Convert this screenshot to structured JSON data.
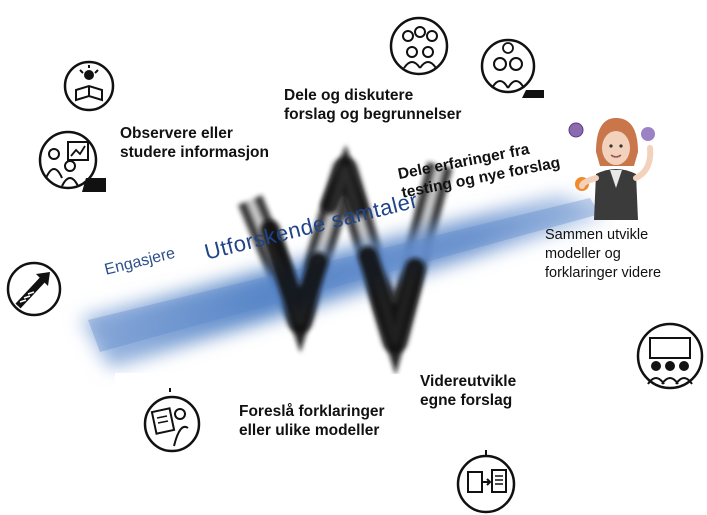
{
  "beam_text": "Utforskende samtaler",
  "start_text": "Engasjere",
  "stages": {
    "observe": [
      "Observere eller",
      "studere  informasjon"
    ],
    "discuss": [
      "Dele og diskutere",
      "forslag og begrunnelser"
    ],
    "share": [
      "Dele erfaringer fra",
      "testing og nye forslag"
    ],
    "together": [
      "Sammen utvikle",
      "modeller og",
      "forklaringer videre"
    ],
    "propose": [
      "Foreslå forklaringer",
      "eller ulike modeller"
    ],
    "develop": [
      "Videreutvikle",
      "egne forslag"
    ]
  },
  "icons": {
    "observe_top": "reading-book-icon",
    "observe_bottom": "studying-chart-icon",
    "engage": "arrow-rising-icon",
    "discuss_group": "group-discussion-icon",
    "discuss_pair": "pair-talking-icon",
    "propose": "presenting-idea-icon",
    "develop": "document-to-document-icon",
    "together": "audience-icon",
    "teacher": "teacher-juggling-avatar"
  },
  "colors": {
    "beam": "#5b87c8",
    "beam_dark": "#2c5aa0",
    "zigzag": "#111111",
    "text": "#111111"
  }
}
